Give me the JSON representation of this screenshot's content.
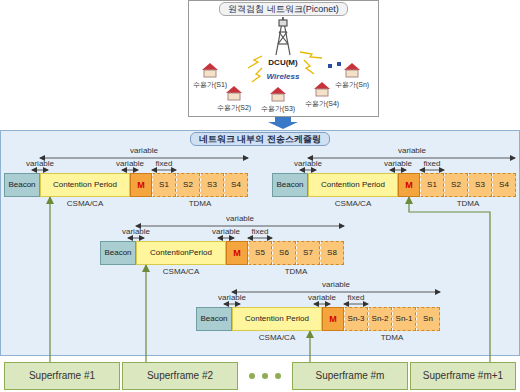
{
  "diagram": {
    "nodes": [
      {
        "text": [
          "원격검침 네트워크(Piconet)"
        ]
      },
      {
        "text": [
          "네트워크 내부의 전송스케쥴링"
        ]
      },
      {
        "text": [
          "Beacon"
        ],
        "in": 1
      },
      {
        "text": [
          "Contention Period"
        ],
        "in": 1
      },
      {
        "text": [
          "M"
        ],
        "in": 1
      },
      {
        "text": [
          "S1"
        ],
        "in": 1
      },
      {
        "text": [
          "S2"
        ],
        "in": 1
      },
      {
        "text": [
          "S3"
        ],
        "in": 1
      },
      {
        "text": [
          "S4"
        ],
        "in": 1
      },
      {
        "text": [
          "Beacon"
        ],
        "in": 1
      },
      {
        "text": [
          "Contention Period"
        ],
        "in": 1
      },
      {
        "text": [
          "M"
        ],
        "in": 1
      },
      {
        "text": [
          "S1"
        ],
        "in": 1
      },
      {
        "text": [
          "S2"
        ],
        "in": 1
      },
      {
        "text": [
          "S3"
        ],
        "in": 1
      },
      {
        "text": [
          "S4"
        ],
        "in": 1
      },
      {
        "text": [
          "Beacon"
        ],
        "in": 1
      },
      {
        "text": [
          "ContentionPeriod"
        ],
        "in": 1
      },
      {
        "text": [
          "M"
        ],
        "in": 1
      },
      {
        "text": [
          "S5"
        ],
        "in": 1
      },
      {
        "text": [
          "S6"
        ],
        "in": 1
      },
      {
        "text": [
          "S7"
        ],
        "in": 1
      },
      {
        "text": [
          "S8"
        ],
        "in": 1
      },
      {
        "text": [
          "Beacon"
        ],
        "in": 1
      },
      {
        "text": [
          "Contention Period"
        ],
        "in": 1
      },
      {
        "text": [
          "M"
        ],
        "in": 1
      },
      {
        "text": [
          "Sn-3"
        ],
        "in": 1
      },
      {
        "text": [
          "Sn-2"
        ],
        "in": 1
      },
      {
        "text": [
          "Sn-1"
        ],
        "in": 1
      },
      {
        "text": [
          "Sn"
        ],
        "in": 1
      },
      {
        "text": [
          "Superframe #1"
        ]
      },
      {
        "text": [
          "Superframe #2"
        ]
      },
      {
        "text": [
          "Superframe #m"
        ]
      },
      {
        "text": [
          "Superframe #m+1"
        ]
      }
    ],
    "edges": [
      {
        "from": 30,
        "to": 3,
        "arrow": "to"
      },
      {
        "from": 31,
        "to": 17,
        "arrow": "to"
      },
      {
        "from": 32,
        "to": 24,
        "arrow": "to"
      },
      {
        "from": 33,
        "to": 11,
        "arrow": "to"
      }
    ],
    "labels": [
      "DCU(M)",
      "수용가(S1)",
      "수용가(S2)",
      "Wireless",
      "수용가(S3)",
      "수용가(S4)",
      "수용가(Sn)",
      "variable",
      "variable",
      "variable",
      "fixed",
      "CSMA/CA",
      "TDMA",
      "variable",
      "variable",
      "variable",
      "fixed",
      "CSMA/CA",
      "TDMA",
      "variable",
      "variable",
      "variable",
      "fixed",
      "CSMA/CA",
      "TDMA",
      "variable",
      "variable",
      "variable",
      "fixed",
      "CSMA/CA",
      "TDMA"
    ]
  }
}
